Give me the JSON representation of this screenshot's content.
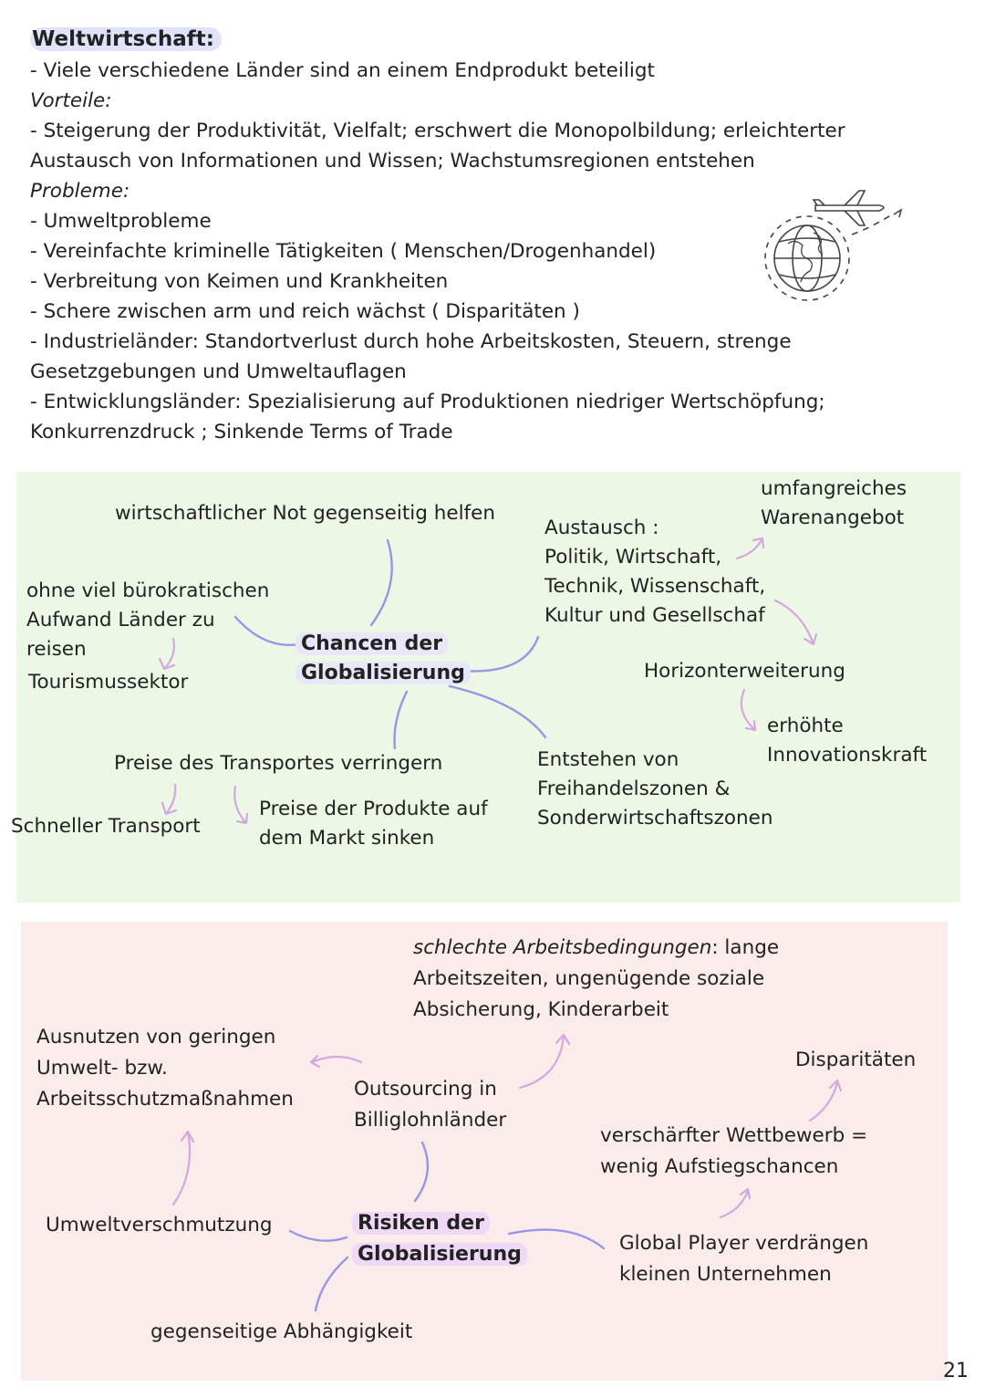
{
  "top": {
    "title": "Weltwirtschaft:",
    "intro": "- Viele verschiedene Länder sind an einem Endprodukt beteiligt",
    "advantages_heading": "Vorteile:",
    "advantages_line1": "- Steigerung der Produktivität, Vielfalt; erschwert die Monopolbildung; erleichterter",
    "advantages_line2": "Austausch von Informationen und Wissen; Wachstumsregionen entstehen",
    "problems_heading": "Probleme:",
    "problems": [
      "- Umweltprobleme",
      "- Vereinfachte kriminelle Tätigkeiten ( Menschen/Drogenhandel)",
      "- Verbreitung von Keimen und Krankheiten",
      "- Schere zwischen arm und reich wächst ( Disparitäten )",
      "- Industrieländer: Standortverlust durch hohe Arbeitskosten, Steuern, strenge",
      "Gesetzgebungen und Umweltauflagen",
      "- Entwicklungsländer: Spezialisierung auf Produktionen niedriger Wertschöpfung;",
      "Konkurrenzdruck ; Sinkende Terms of Trade"
    ],
    "illustration_icon": "globe-with-airplane-icon"
  },
  "chancen": {
    "center_line1": "Chancen der",
    "center_line2": "Globalisierung",
    "notnode": "wirtschaftlicher Not gegenseitig helfen",
    "travel": [
      "ohne viel bürokratischen",
      "Aufwand Länder zu",
      "reisen"
    ],
    "tourism": "Tourismussektor",
    "exchange": [
      "Austausch :",
      "Politik, Wirtschaft,",
      "Technik, Wissenschaft,",
      "Kultur und Gesellschaf"
    ],
    "goods": [
      "umfangreiches",
      "Warenangebot"
    ],
    "horizon": "Horizonterweiterung",
    "innovation": [
      "erhöhte",
      "Innovationskraft"
    ],
    "transport_cost": "Preise des Transportes verringern",
    "fast_transport": "Schneller Transport",
    "prices": [
      "Preise der Produkte auf",
      "dem Markt sinken"
    ],
    "freetrade": [
      "Entstehen von",
      "Freihandelszonen &",
      "Sonderwirtschaftszonen"
    ],
    "colors": {
      "background": "#edf7e6",
      "connector": "#9a94e6",
      "arrow": "#d3a8e0"
    }
  },
  "risiken": {
    "center_line1": "Risiken der",
    "center_line2": "Globalisierung",
    "work_italic": "schlechte Arbeitsbedingungen",
    "work_rest": ": lange",
    "work_line2": "Arbeitszeiten, ungenügende soziale",
    "work_line3": "Absicherung, Kinderarbeit",
    "exploit": [
      "Ausnutzen von geringen",
      "Umwelt- bzw.",
      "Arbeitsschutzmaßnahmen"
    ],
    "outsourcing": [
      "Outsourcing in",
      "Billiglohnländer"
    ],
    "disparities": "Disparitäten",
    "competition": [
      "verschärfter Wettbewerb =",
      "wenig Aufstiegschancen"
    ],
    "pollution": "Umweltverschmutzung",
    "global_player": [
      "Global Player verdrängen",
      "kleinen Unternehmen"
    ],
    "dependency": "gegenseitige Abhängigkeit",
    "colors": {
      "background": "#fbecec",
      "connector": "#9a94e6",
      "arrow": "#d3a8e0"
    }
  },
  "page_number": "21"
}
